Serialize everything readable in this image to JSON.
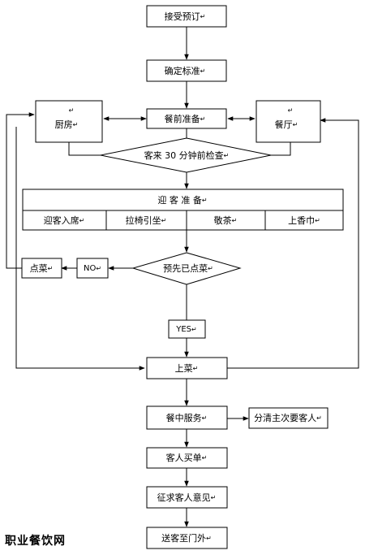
{
  "diagram": {
    "nodes": {
      "accept": "接受预订",
      "standard": "确定标准",
      "prep": "餐前准备",
      "kitchen": "厨房",
      "hall": "餐厅",
      "check": "客来 30 分钟前检查",
      "welcome_title": "迎 客 准 备",
      "welcome_items": [
        "迎客入席",
        "拉椅引坐",
        "敬茶",
        "上香巾"
      ],
      "preorder": "预先已点菜",
      "order": "点菜",
      "no": "NO",
      "yes": "YES",
      "serve": "上菜",
      "during": "餐中服务",
      "distinguish": "分清主次要客人",
      "bill": "客人买单",
      "feedback": "征求客人意见",
      "farewell": "送客至门外"
    },
    "paragraph_mark": "↵"
  },
  "watermark": "职业餐饮网"
}
